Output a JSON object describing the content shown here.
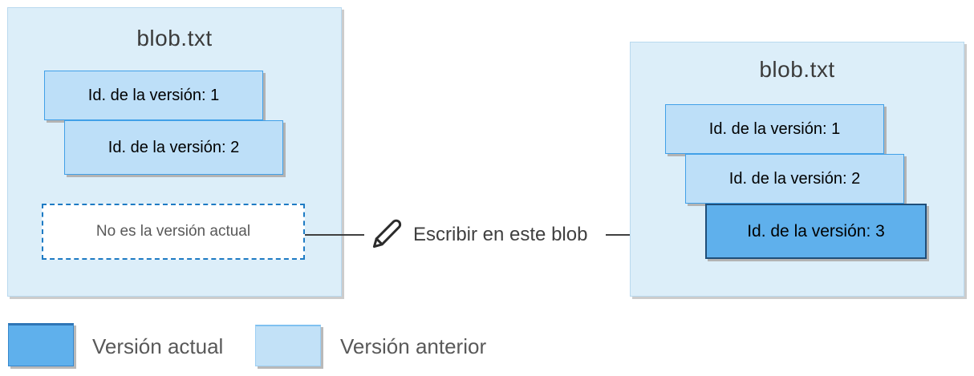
{
  "diagram": {
    "left_box": {
      "title": "blob.txt",
      "versions": [
        {
          "label": "Id. de la versión: 1",
          "current": false
        },
        {
          "label": "Id. de la versión: 2",
          "current": false
        }
      ],
      "note": "No es la versión actual"
    },
    "action": {
      "icon": "pencil-icon",
      "label": "Escribir en este blob"
    },
    "right_box": {
      "title": "blob.txt",
      "versions": [
        {
          "label": "Id. de la versión: 1",
          "current": false
        },
        {
          "label": "Id. de la versión: 2",
          "current": false
        },
        {
          "label": "Id. de la versión: 3",
          "current": true
        }
      ]
    },
    "legend": [
      {
        "label": "Versión actual",
        "color": "#5fb0ec"
      },
      {
        "label": "Versión anterior",
        "color": "#c2e1f7"
      }
    ],
    "colors": {
      "container_fill": "#dceef9",
      "previous_version_fill": "#bddff8",
      "previous_version_border": "#41a0e8",
      "current_version_fill": "#5fb0ec",
      "current_version_border": "#1f4e79",
      "dashed_border": "#1e7bc4",
      "arrow": "#404040",
      "title_text": "#3b3b3b",
      "muted_text": "#595959"
    }
  }
}
